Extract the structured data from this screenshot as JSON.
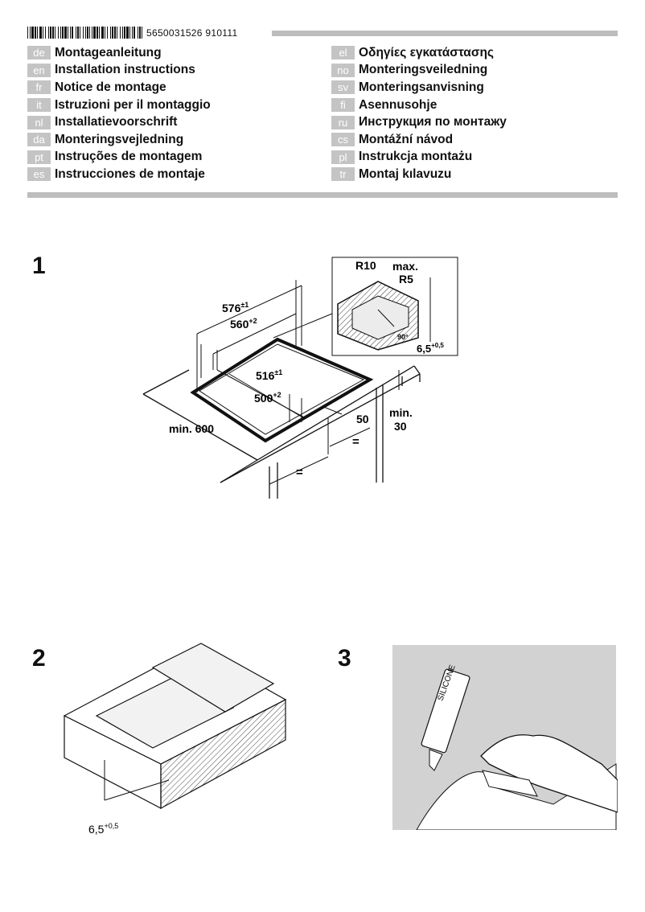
{
  "header": {
    "barcode_number": "5650031526 910111"
  },
  "languages_left": [
    {
      "code": "de",
      "title": "Montageanleitung"
    },
    {
      "code": "en",
      "title": "Installation instructions"
    },
    {
      "code": "fr",
      "title": "Notice de montage"
    },
    {
      "code": "it",
      "title": "Istruzioni per il montaggio"
    },
    {
      "code": "nl",
      "title": "Installatievoorschrift"
    },
    {
      "code": "da",
      "title": "Monteringsvejledning"
    },
    {
      "code": "pt",
      "title": "Instruções de montagem"
    },
    {
      "code": "es",
      "title": "Instrucciones de montaje"
    }
  ],
  "languages_right": [
    {
      "code": "el",
      "title": "Οδηγίες εγκατάστασης"
    },
    {
      "code": "no",
      "title": "Monteringsveiledning"
    },
    {
      "code": "sv",
      "title": "Monteringsanvisning"
    },
    {
      "code": "fi",
      "title": "Asennusohje"
    },
    {
      "code": "ru",
      "title": "Инструкция по монтажу"
    },
    {
      "code": "cs",
      "title": "Montážní návod"
    },
    {
      "code": "pl",
      "title": "Instrukcja montażu"
    },
    {
      "code": "tr",
      "title": "Montaj kılavuzu"
    }
  ],
  "figure1": {
    "step": "1",
    "dim_outer_width": "576",
    "dim_outer_width_tol": "±1",
    "dim_cutout_width": "560",
    "dim_cutout_width_tol": "+2",
    "dim_outer_depth": "516",
    "dim_outer_depth_tol": "±1",
    "dim_cutout_depth": "500",
    "dim_cutout_depth_tol": "+2",
    "dim_front": "50",
    "dim_min_depth": "min. 600",
    "dim_min_thickness_a": "min.",
    "dim_min_thickness_b": "30",
    "equal_a": "=",
    "equal_b": "=",
    "detail_radius": "R10",
    "detail_max_a": "max.",
    "detail_max_b": "R5",
    "detail_angle": "90°",
    "detail_depth": "6,5",
    "detail_depth_tol": "+0,5"
  },
  "figure2": {
    "step": "2",
    "dim_depth": "6,5",
    "dim_depth_tol": "+0,5"
  },
  "figure3": {
    "step": "3",
    "tube_label": "SILICONE"
  }
}
